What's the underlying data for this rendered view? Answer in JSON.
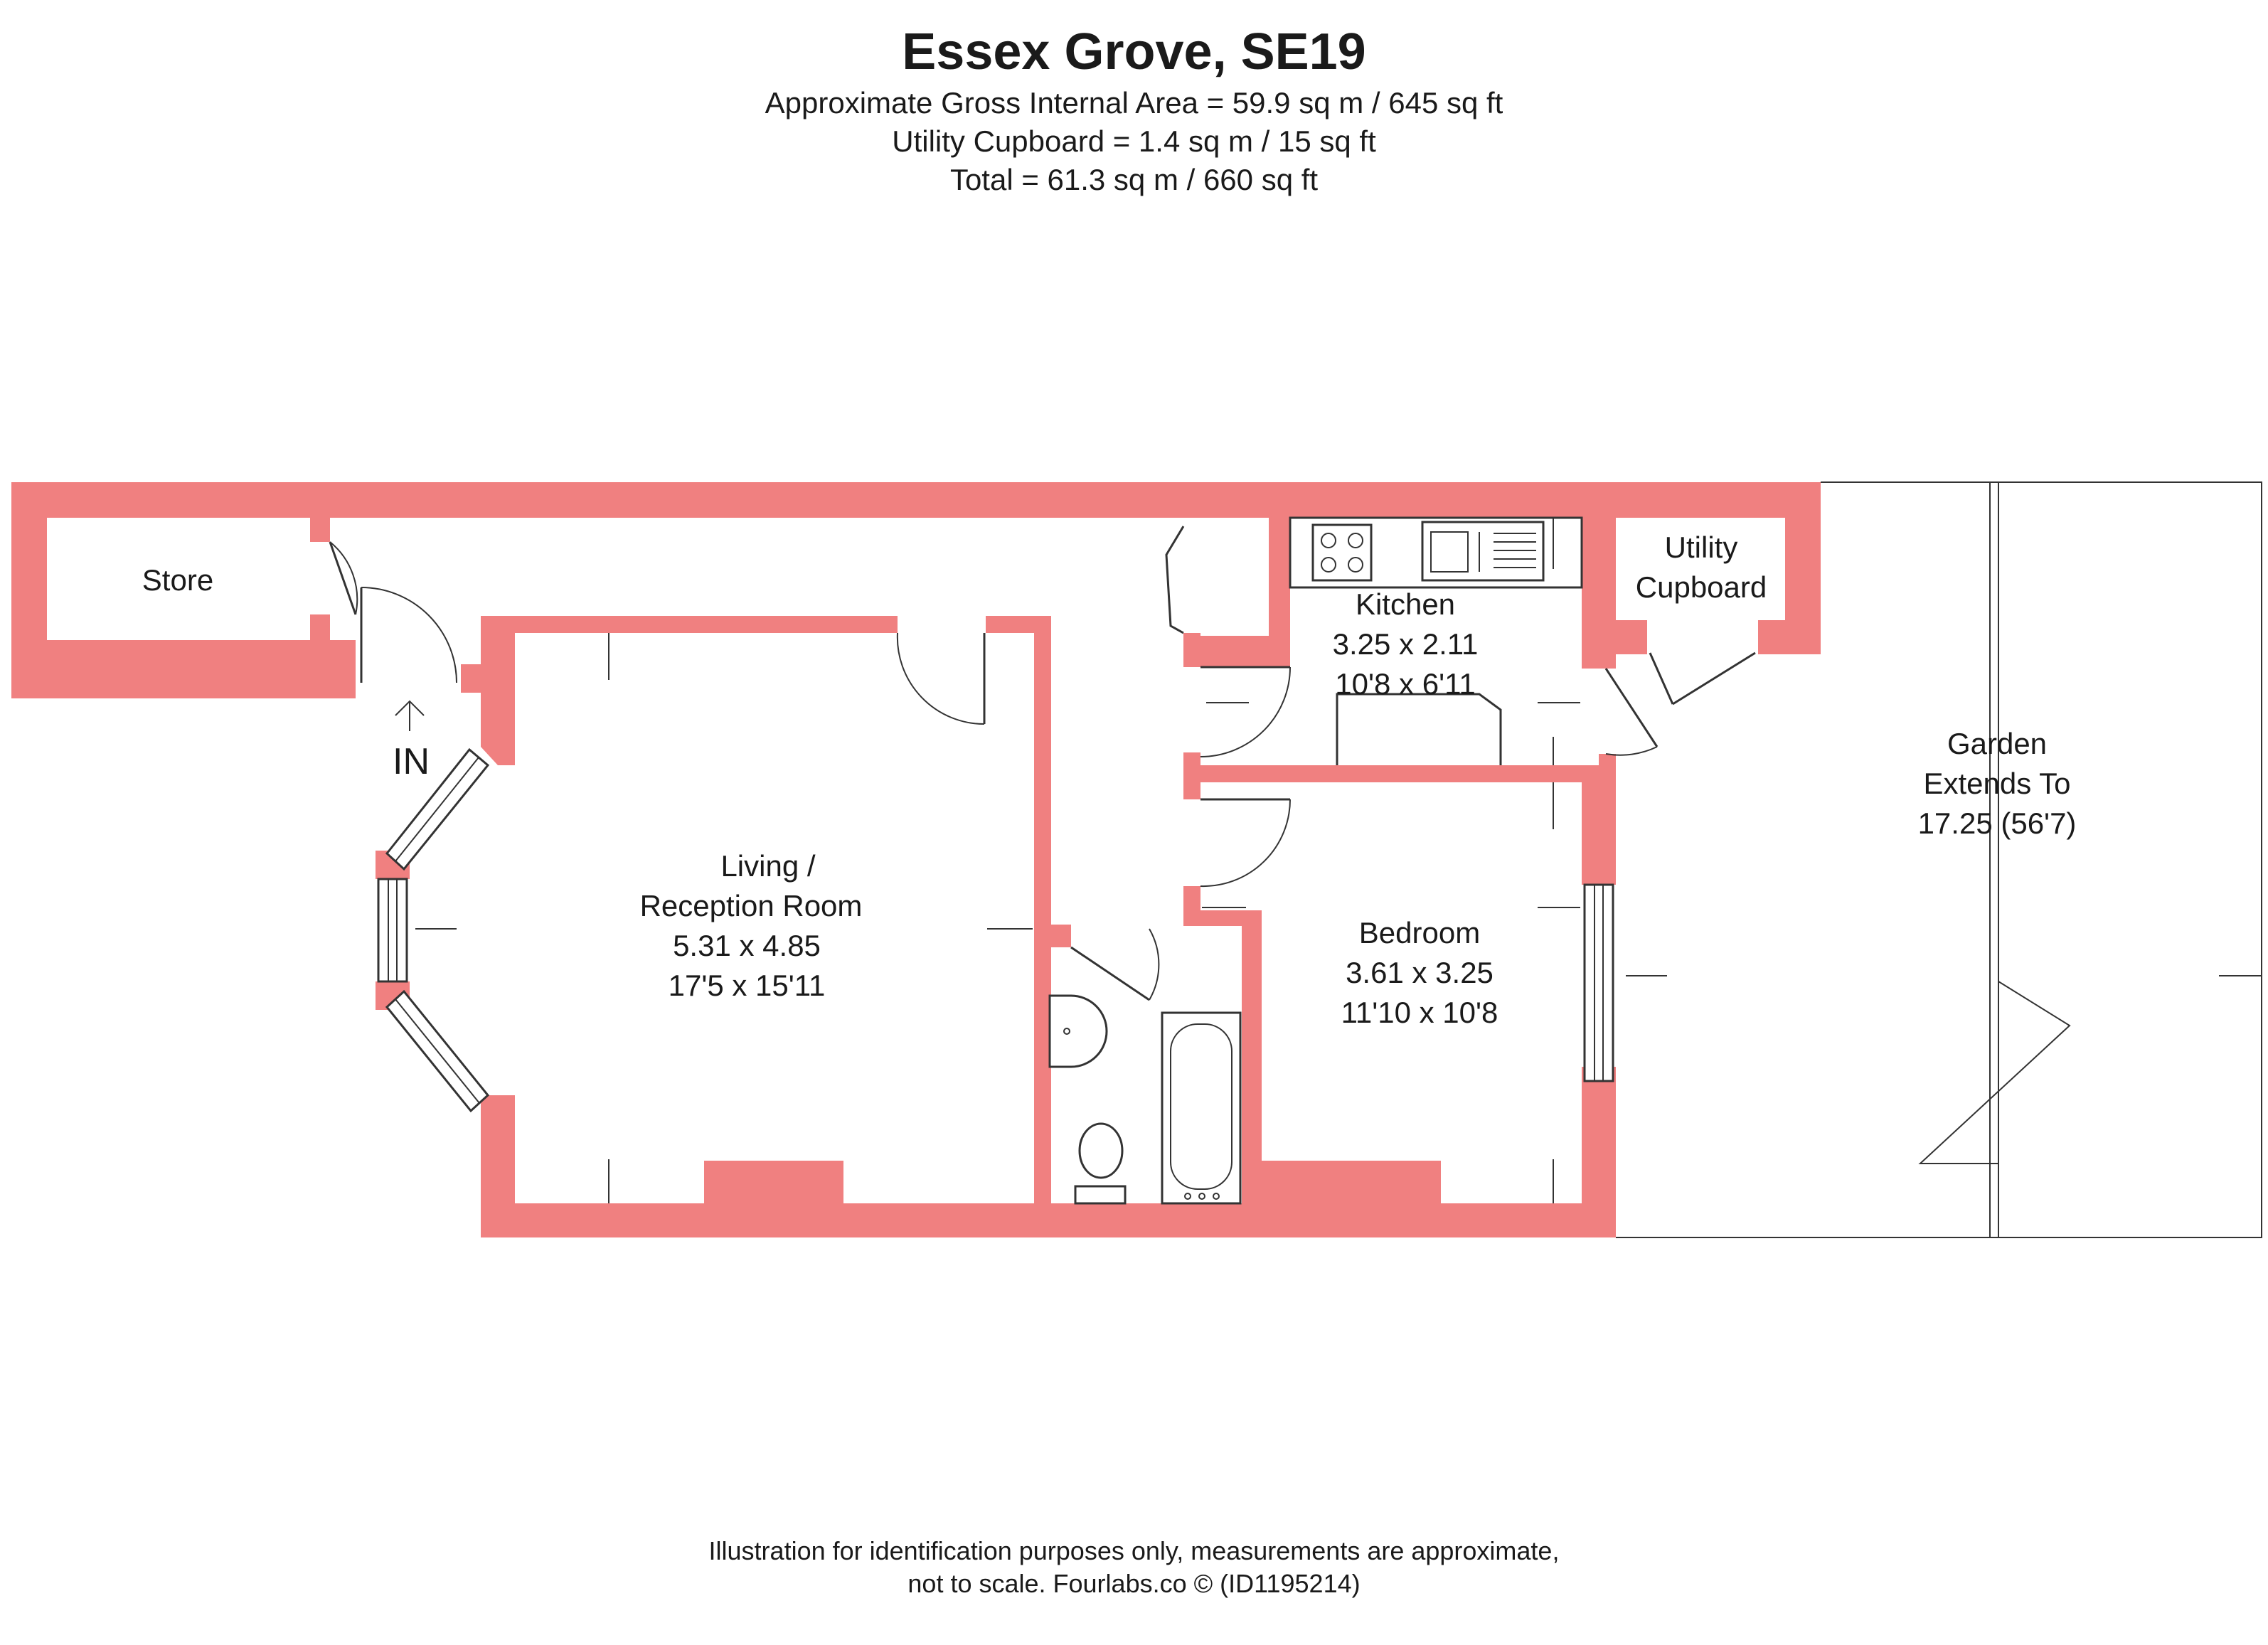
{
  "title": "Essex Grove, SE19",
  "areas": [
    "Approximate Gross Internal Area = 59.9 sq m / 645 sq ft",
    "Utility Cupboard = 1.4 sq m / 15 sq ft",
    "Total = 61.3 sq m / 660 sq ft"
  ],
  "rooms": {
    "store": {
      "name": "Store"
    },
    "entrance": {
      "name": "IN"
    },
    "living": {
      "name_line1": "Living  /",
      "name_line2": "Reception Room",
      "metric": "5.31 x 4.85",
      "imperial": "17'5 x 15'11"
    },
    "kitchen": {
      "name": "Kitchen",
      "metric": "3.25 x 2.11",
      "imperial": "10'8 x 6'11"
    },
    "utility": {
      "name_line1": "Utility",
      "name_line2": "Cupboard"
    },
    "bedroom": {
      "name": "Bedroom",
      "metric": "3.61 x 3.25",
      "imperial": "11'10 x 10'8"
    },
    "garden": {
      "name_line1": "Garden",
      "name_line2": "Extends To",
      "size": "17.25 (56'7)"
    }
  },
  "colors": {
    "wall": "#f08080",
    "line": "#333333"
  },
  "footer": [
    "Illustration for identification purposes only, measurements are approximate,",
    "not to scale. Fourlabs.co © (ID1195214)"
  ]
}
